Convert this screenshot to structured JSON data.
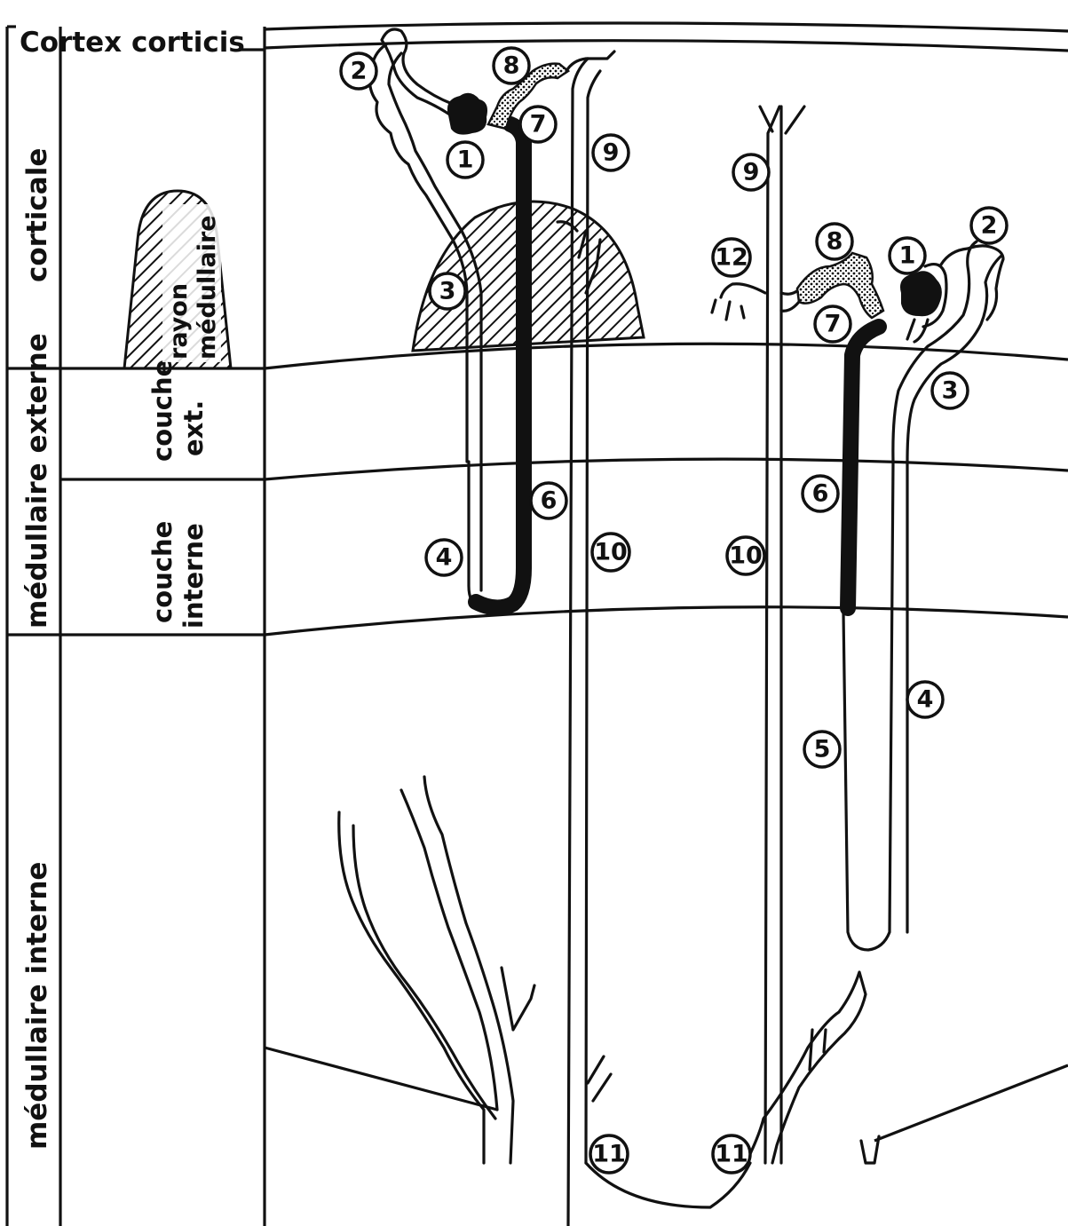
{
  "zones": {
    "cortex_corticis": "Cortex corticis",
    "corticale": "corticale",
    "medullaire_externe": "médullaire externe",
    "couche_ext_line1": "couche",
    "couche_ext_line2": "ext.",
    "couche_int_line1": "couche",
    "couche_int_line2": "interne",
    "medullaire_interne": "médullaire interne"
  },
  "medullary_ray": {
    "line1": "rayon",
    "line2": "médullaire"
  },
  "markers": {
    "n1": "1",
    "n2": "2",
    "n3": "3",
    "n4": "4",
    "n5": "5",
    "n6": "6",
    "n7": "7",
    "n8": "8",
    "n9": "9",
    "n10": "10",
    "n11": "11",
    "n12": "12"
  },
  "colors": {
    "ink": "#111111",
    "paper": "#ffffff"
  }
}
